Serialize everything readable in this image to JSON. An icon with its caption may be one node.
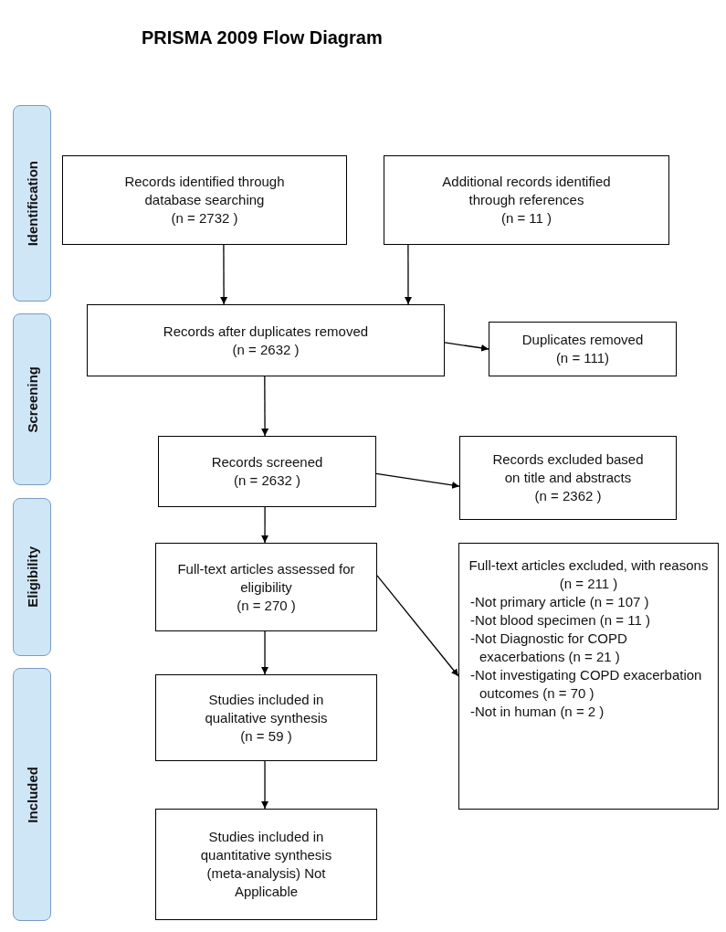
{
  "diagram": {
    "title": "PRISMA 2009 Flow Diagram",
    "nodes": [
      {
        "text": [
          "Identification"
        ]
      },
      {
        "text": [
          "Records identified through database searching",
          "(n = 2732 )"
        ]
      },
      {
        "text": [
          "Additional records identified through references",
          "(n = 11 )"
        ]
      },
      {
        "text": [
          "Records after duplicates removed",
          "(n = 2632 )"
        ]
      },
      {
        "text": [
          "Duplicates removed",
          "(n = 111)"
        ]
      },
      {
        "text": [
          "Screening"
        ]
      },
      {
        "text": [
          "Records screened",
          "(n = 2632 )"
        ]
      },
      {
        "text": [
          "Records excluded based on title and abstracts",
          "(n = 2362 )"
        ]
      },
      {
        "text": [
          "Eligibility"
        ]
      },
      {
        "text": [
          "Full-text articles assessed for eligibility",
          "(n = 270 )"
        ]
      },
      {
        "text": [
          "Full-text articles excluded, with reasons",
          "(n = 211 )",
          "-Not primary article (n = 107 )",
          "-Not blood specimen (n = 11 )",
          "-Not Diagnostic for COPD exacerbations (n = 21 )",
          "-Not investigating COPD exacerbation outcomes (n = 70 )",
          "-Not in human (n = 2 )"
        ]
      },
      {
        "text": [
          "Studies included in qualitative synthesis",
          "(n = 59 )"
        ]
      },
      {
        "text": [
          "Included"
        ]
      },
      {
        "text": [
          "Studies included in quantitative synthesis (meta-analysis) Not Applicable"
        ]
      }
    ],
    "edges": [
      {
        "from": 1,
        "to": 3,
        "arrow": "to"
      },
      {
        "from": 2,
        "to": 3,
        "arrow": "to"
      },
      {
        "from": 3,
        "to": 4,
        "arrow": "to"
      },
      {
        "from": 3,
        "to": 6,
        "arrow": "to"
      },
      {
        "from": 6,
        "to": 7,
        "arrow": "to"
      },
      {
        "from": 6,
        "to": 9,
        "arrow": "to"
      },
      {
        "from": 9,
        "to": 10,
        "arrow": "to"
      },
      {
        "from": 9,
        "to": 11,
        "arrow": "to"
      },
      {
        "from": 11,
        "to": 13,
        "arrow": "to"
      }
    ]
  }
}
